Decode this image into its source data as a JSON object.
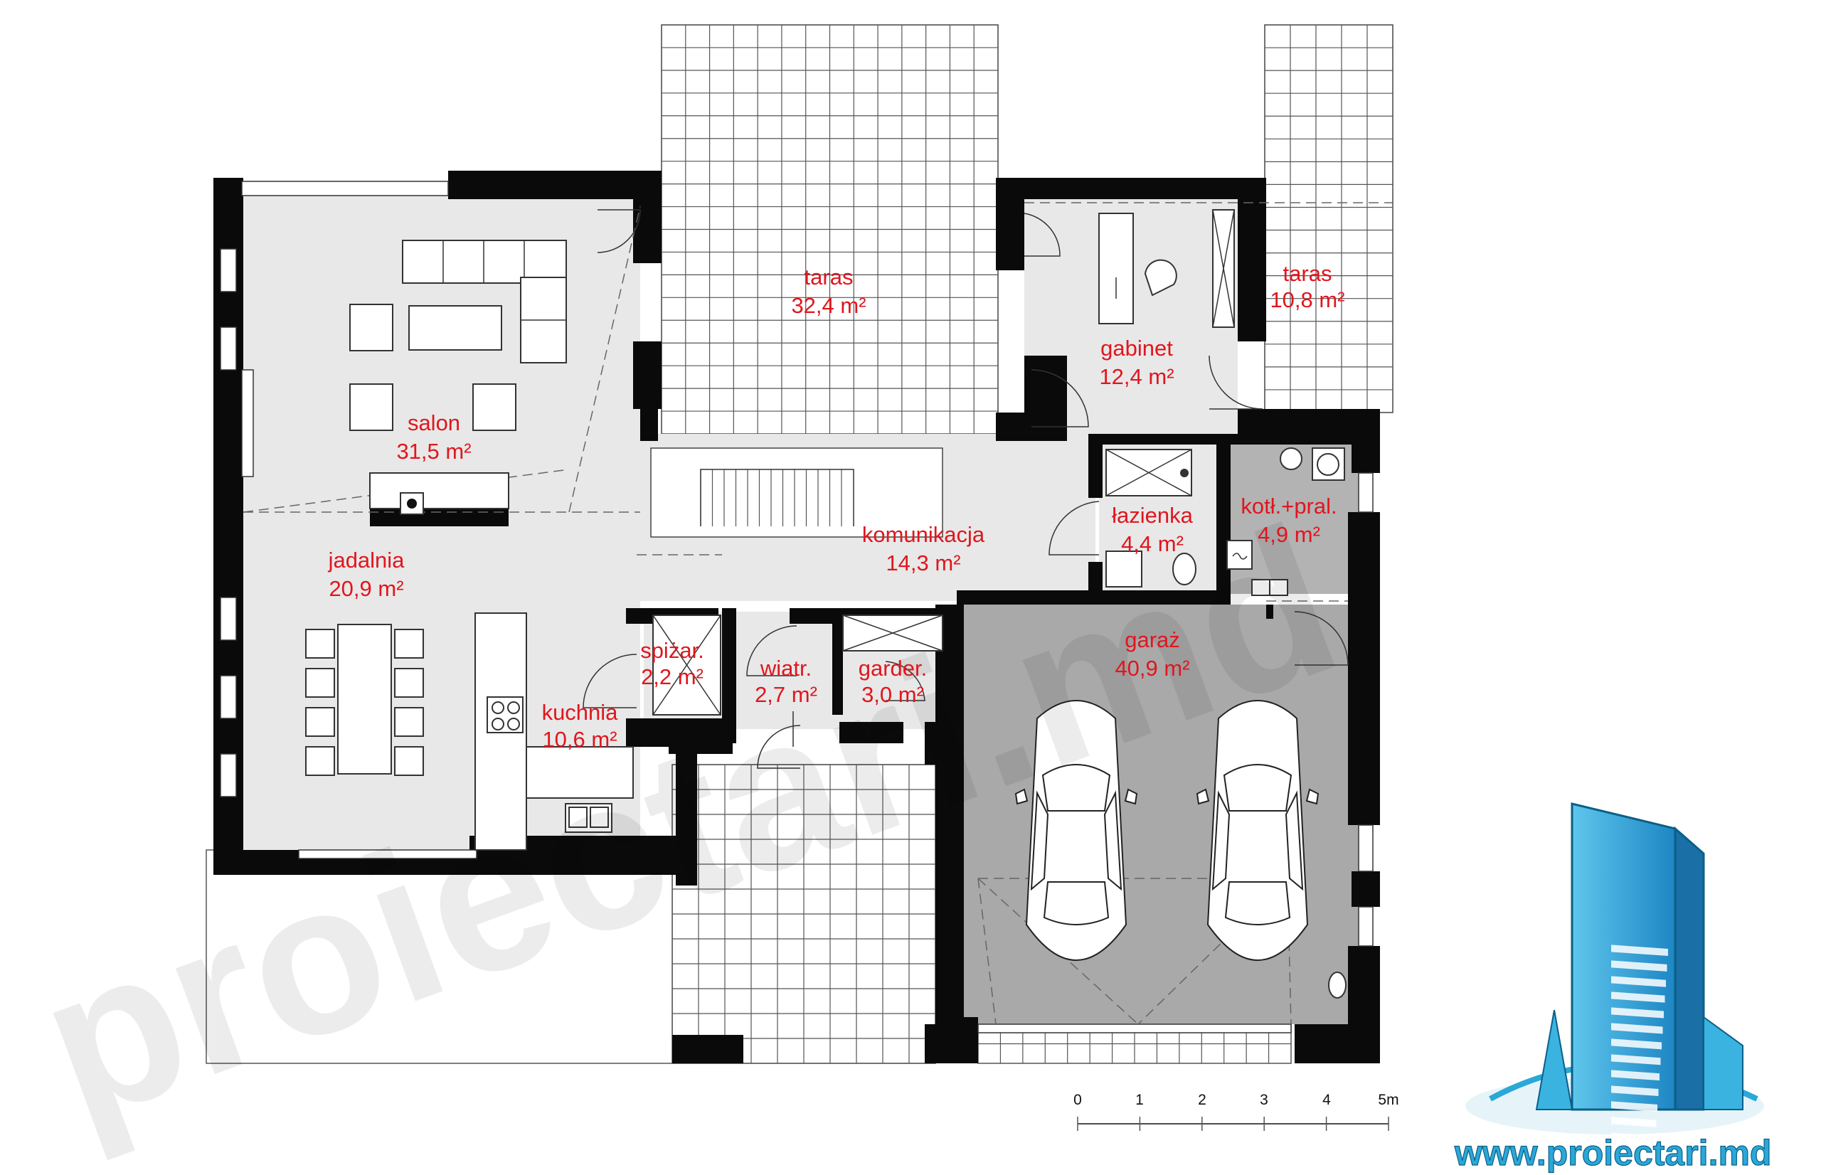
{
  "watermark_text": "proiectari.md",
  "site_url": "www.proiectari.md",
  "colors": {
    "label": "#e0161e",
    "wall": "#0a0a0a",
    "floor_living": "#e8e8e8",
    "floor_garage": "#a9a9a9",
    "floor_boiler": "#b3b3b3",
    "logo_blue": "#2aa8d8"
  },
  "rooms": [
    {
      "id": "salon",
      "name": "salon",
      "area": "31,5 m²"
    },
    {
      "id": "taras-large",
      "name": "taras",
      "area": "32,4 m²"
    },
    {
      "id": "gabinet",
      "name": "gabinet",
      "area": "12,4 m²"
    },
    {
      "id": "taras-small",
      "name": "taras",
      "area": "10,8 m²"
    },
    {
      "id": "jadalnia",
      "name": "jadalnia",
      "area": "20,9 m²"
    },
    {
      "id": "komunikacja",
      "name": "komunikacja",
      "area": "14,3 m²"
    },
    {
      "id": "lazienka",
      "name": "łazienka",
      "area": "4,4 m²"
    },
    {
      "id": "kotlownia",
      "name": "kotł.+pral.",
      "area": "4,9 m²"
    },
    {
      "id": "spizarnia",
      "name": "spiżar.",
      "area": "2,2 m²"
    },
    {
      "id": "wiatrolap",
      "name": "wiatr.",
      "area": "2,7 m²"
    },
    {
      "id": "garderoba",
      "name": "garder.",
      "area": "3,0 m²"
    },
    {
      "id": "kuchnia",
      "name": "kuchnia",
      "area": "10,6 m²"
    },
    {
      "id": "garaz",
      "name": "garaż",
      "area": "40,9 m²"
    }
  ],
  "scale_bar": {
    "labels": [
      "0",
      "1",
      "2",
      "3",
      "4",
      "5m"
    ]
  }
}
